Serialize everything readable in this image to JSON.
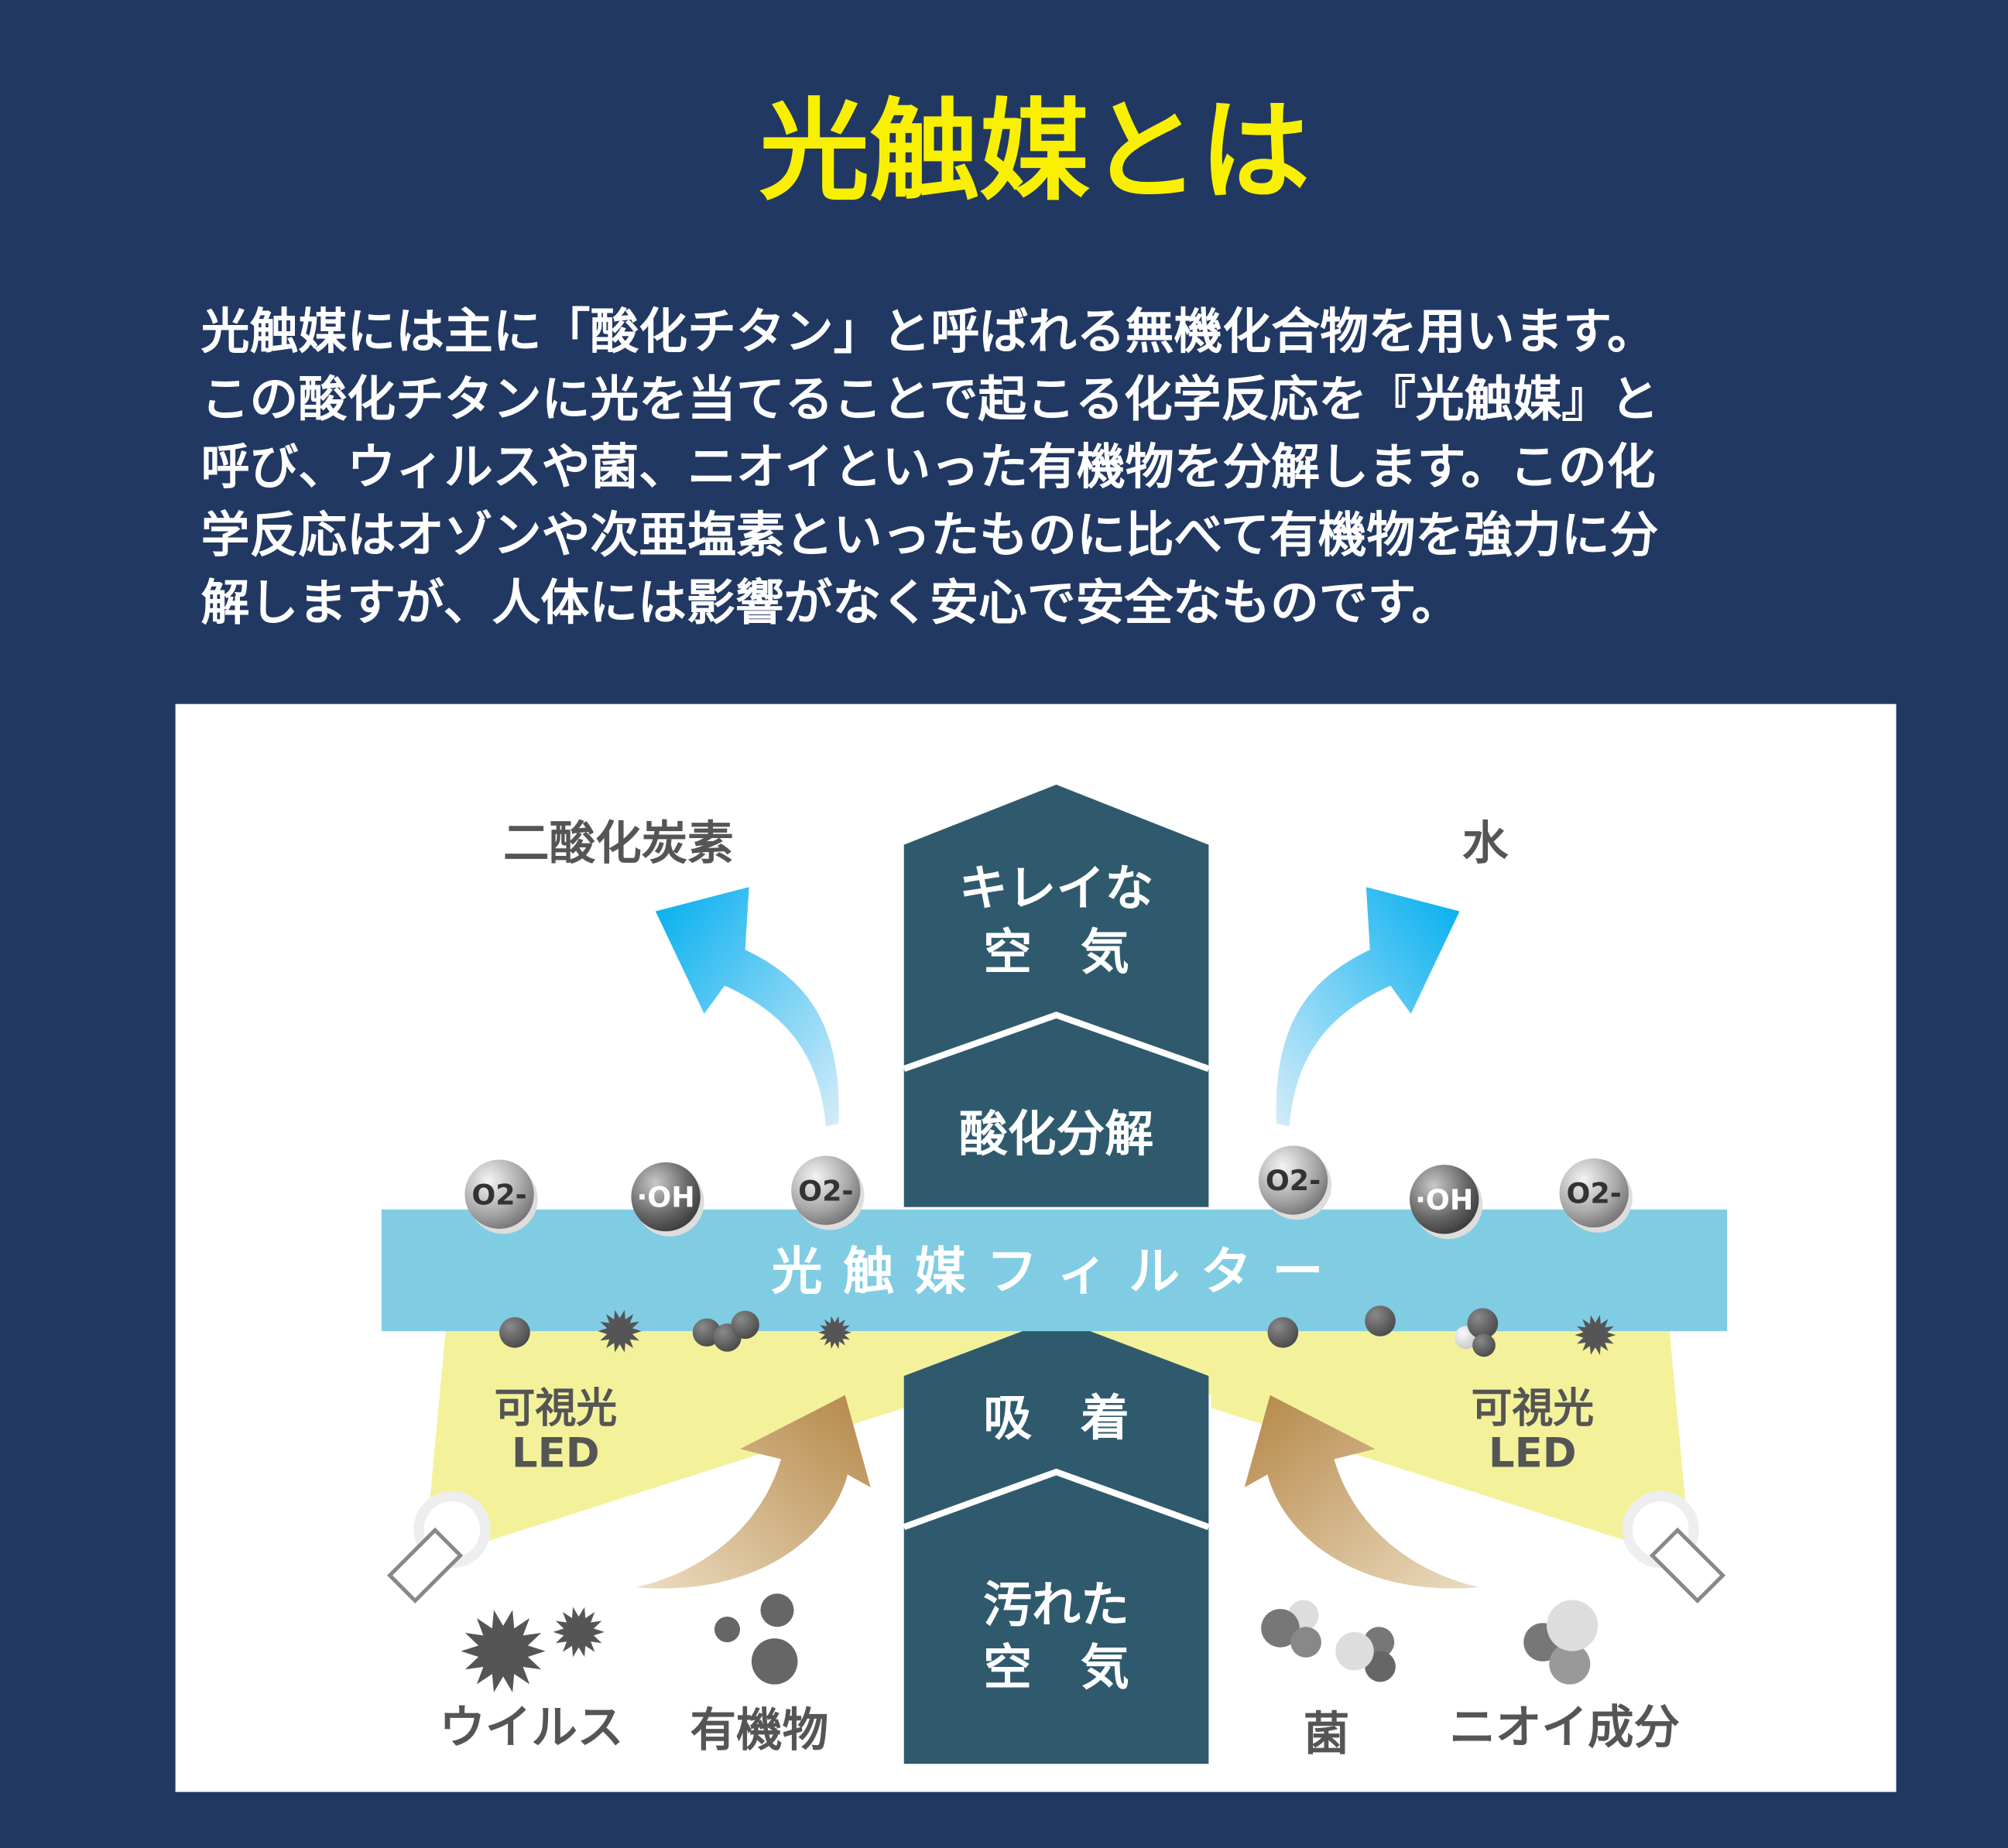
{
  "title": "光触媒とは",
  "paragraph": [
    "光触媒には主に「酸化チタン」と呼ばれる無機化合物を用います。",
    "この酸化チタンに光を当てることで起こる化学反応を『光触媒』と",
    "呼び、ウィルスや菌、ニオイといった有機物を分解します。この化",
    "学反応はオゾンや次亜塩素といったものに比べて有機物を強力に分",
    "解しますが、人体には影響がなく安心で安全なものです。"
  ],
  "diagram": {
    "top_left_label": "二酸化炭素",
    "top_right_label": "水",
    "clean_air": [
      "キレイな",
      "空　気"
    ],
    "oxidation": "酸化分解",
    "adsorption": "吸　着",
    "dirty_air": [
      "汚れた",
      "空　気"
    ],
    "filter_label": "光触媒フィルター",
    "led_left": [
      "可視光",
      "LED"
    ],
    "led_right": [
      "可視光",
      "LED"
    ],
    "molecules": {
      "o2": "O2-",
      "oh": "·OH"
    },
    "bottom_labels": [
      "ウイルス",
      "有機物",
      "菌",
      "ニオイ成分"
    ]
  },
  "colors": {
    "background": "#213863",
    "title": "#f8f000",
    "column": "#2f5a6e",
    "filter": "#80cce3",
    "light": "#f3f29b"
  }
}
